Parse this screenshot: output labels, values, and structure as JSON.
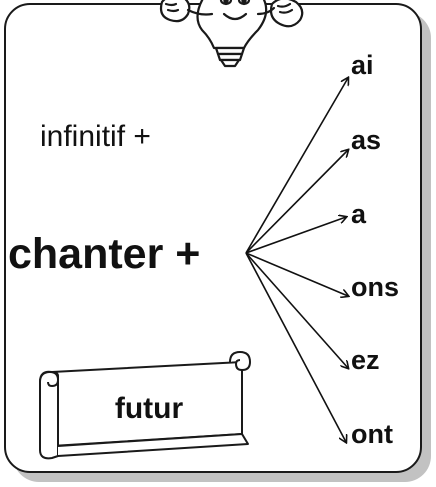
{
  "diagram": {
    "formula_label": "infinitif +",
    "verb_label": "chanter +",
    "tense_label": "futur",
    "endings": [
      "ai",
      "as",
      "a",
      "ons",
      "ez",
      "ont"
    ]
  },
  "colors": {
    "ink": "#111111",
    "card_border": "#1a1a1a",
    "shadow": "#9a9a9a",
    "background": "#ffffff"
  },
  "icons": {
    "mascot": "lightbulb-mascot-icon",
    "scroll": "parchment-scroll-icon"
  }
}
